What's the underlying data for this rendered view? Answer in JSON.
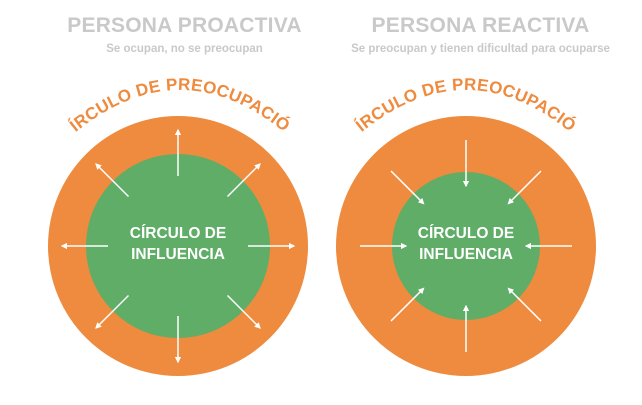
{
  "colors": {
    "outer_circle": "#ee8b3e",
    "inner_circle": "#5fad67",
    "arrow": "#ffffff",
    "title": "#c9c9c9"
  },
  "proactive": {
    "title": "PERSONA PROACTIVA",
    "subtitle": "Se ocupan, no se preocupan",
    "outer_label": "CÍRCULO DE PREOCUPACIÓN",
    "inner_label_line1": "CÍRCULO DE",
    "inner_label_line2": "INFLUENCIA",
    "arrow_direction": "outward"
  },
  "reactive": {
    "title": "PERSONA REACTIVA",
    "subtitle": "Se preocupan y tienen dificultad para ocuparse",
    "outer_label": "CÍRCULO DE PREOCUPACIÓN",
    "inner_label_line1": "CÍRCULO DE",
    "inner_label_line2": "INFLUENCIA",
    "arrow_direction": "inward"
  }
}
